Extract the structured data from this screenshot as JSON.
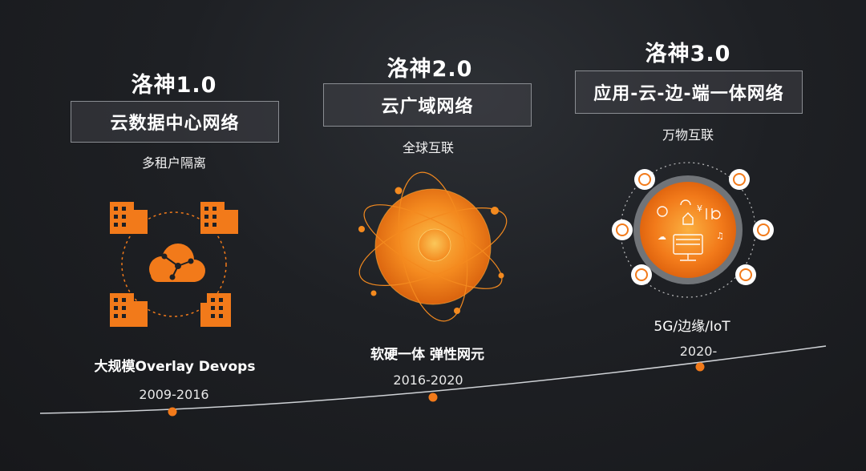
{
  "stages": [
    {
      "title": "洛神1.0",
      "box": "云数据中心网络",
      "subtitle": "多租户隔离",
      "feature": "大规模Overlay Devops",
      "years": "2009-2016"
    },
    {
      "title": "洛神2.0",
      "box": "云广域网络",
      "subtitle": "全球互联",
      "feature": "软硬一体  弹性网元",
      "years": "2016-2020"
    },
    {
      "title": "洛神3.0",
      "box": "应用-云-边-端一体网络",
      "subtitle": "万物互联",
      "feature": "5G/边缘/IoT",
      "years": "2020-"
    }
  ],
  "colors": {
    "accent": "#f27a1a",
    "accent_light": "#fbb040",
    "background": "#1e2024"
  }
}
